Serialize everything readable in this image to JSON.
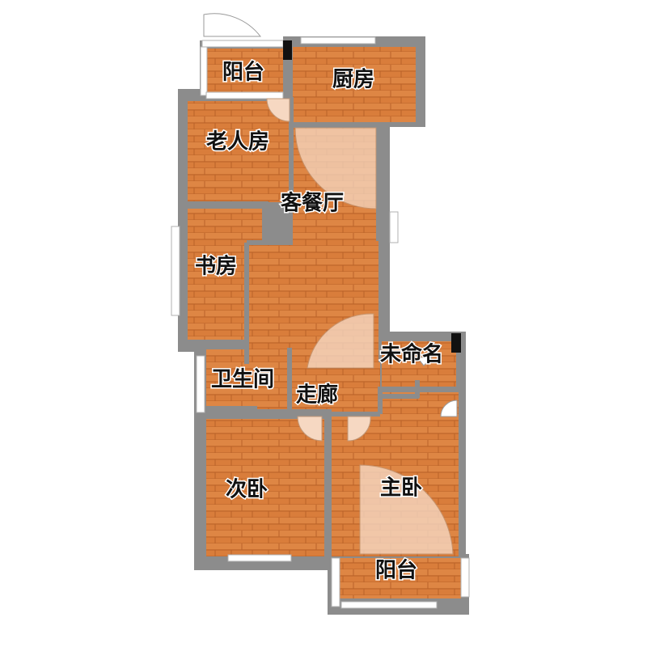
{
  "floor_plan": {
    "rooms": [
      {
        "key": "balcony_north",
        "label": "阳台"
      },
      {
        "key": "kitchen",
        "label": "厨房"
      },
      {
        "key": "elder_room",
        "label": "老人房"
      },
      {
        "key": "living_dining",
        "label": "客餐厅"
      },
      {
        "key": "study",
        "label": "书房"
      },
      {
        "key": "unnamed",
        "label": "未命名"
      },
      {
        "key": "bathroom",
        "label": "卫生间"
      },
      {
        "key": "corridor",
        "label": "走廊"
      },
      {
        "key": "second_bedroom",
        "label": "次卧"
      },
      {
        "key": "master_bedroom",
        "label": "主卧"
      },
      {
        "key": "balcony_south",
        "label": "阳台"
      }
    ],
    "colors": {
      "floor_wood": "#d97d3b",
      "floor_wood_dark": "#b9622a",
      "wall": "#8c8c8c",
      "window_frame": "#b0b0b0",
      "door_swing": "#f6d8c2",
      "column": "#111111"
    }
  }
}
